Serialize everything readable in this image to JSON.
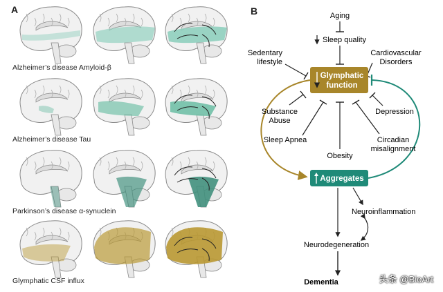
{
  "panel_a": {
    "letter": "A",
    "rows": [
      {
        "label": "Alzheimer’s disease Amyloid-β",
        "color": "#8ecfbd"
      },
      {
        "label": "Alzheimer’s disease Tau",
        "color": "#6fbfa6"
      },
      {
        "label": "Parkinson’s disease α-synuclein",
        "color": "#3f8f7c"
      },
      {
        "label": "Glymphatic CSF influx",
        "color": "#b8962f"
      }
    ]
  },
  "panel_b": {
    "letter": "B",
    "nodes": {
      "aging": "Aging",
      "sleep_quality": "Sleep quality",
      "sedentary": [
        "Sedentary",
        "lifestyle"
      ],
      "cardio": [
        "Cardiovascular",
        "Disorders"
      ],
      "glymphatic": [
        "Glymphatic",
        "function"
      ],
      "substance": [
        "Substance",
        "Abuse"
      ],
      "depression": "Depression",
      "sleep_apnea": "Sleep Apnea",
      "obesity": "Obesity",
      "circadian": [
        "Circadian",
        "misalignment"
      ],
      "aggregates": "Aggregates",
      "neuroinflammation": "Neuroinflammation",
      "neurodegeneration": "Neurodegeneration",
      "dementia": "Dementia"
    },
    "colors": {
      "gold": "#a8862a",
      "teal": "#1f8a78",
      "dark": "#222222"
    }
  },
  "watermark": "头条 @BioArt"
}
